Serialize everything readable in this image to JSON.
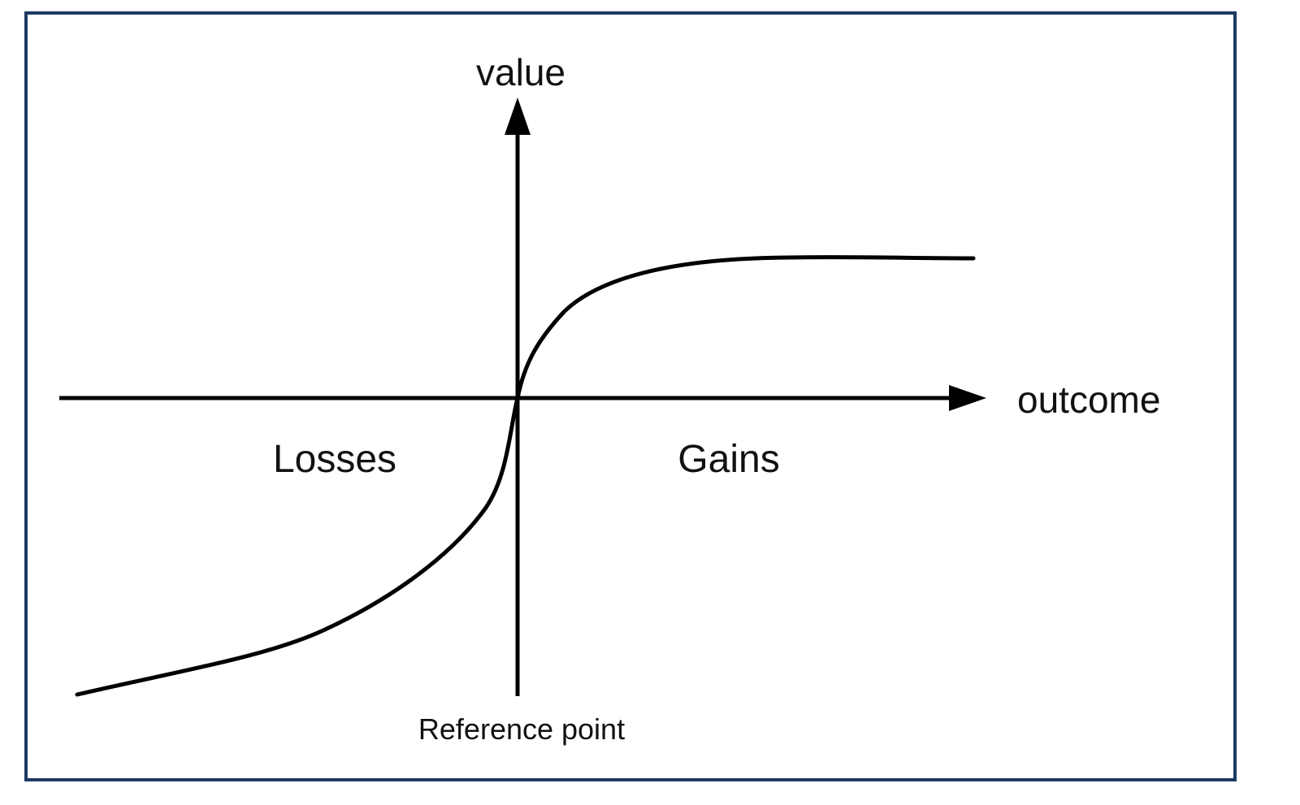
{
  "diagram": {
    "title": "Prospect theory value function",
    "type": "value-function",
    "axes": {
      "y_label": "value",
      "x_label": "outcome"
    },
    "regions": {
      "left_label": "Losses",
      "right_label": "Gains"
    },
    "origin_label": "Reference point",
    "curve": {
      "description": "S-shaped: concave for gains, convex and steeper for losses",
      "shape_points": [
        {
          "outcome": -1.0,
          "value": -1.0
        },
        {
          "outcome": -0.5,
          "value": -0.82
        },
        {
          "outcome": -0.07,
          "value": -0.38
        },
        {
          "outcome": 0.0,
          "value": 0.0
        },
        {
          "outcome": 0.11,
          "value": 0.31
        },
        {
          "outcome": 0.47,
          "value": 0.46
        },
        {
          "outcome": 1.0,
          "value": 0.47
        }
      ]
    },
    "colors": {
      "frame": "#1f3a64",
      "ink": "#000000",
      "background": "#ffffff"
    }
  }
}
